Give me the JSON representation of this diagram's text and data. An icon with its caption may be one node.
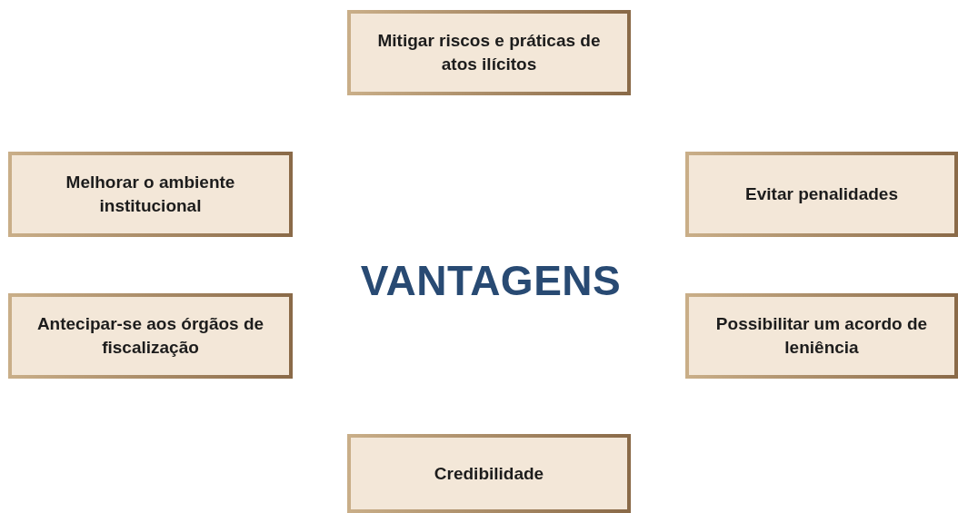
{
  "diagram": {
    "title": "VANTAGENS",
    "nodes": [
      {
        "text": [
          "Mitigar riscos e práticas de atos ilícitos"
        ]
      },
      {
        "text": [
          "Melhorar o ambiente institucional"
        ]
      },
      {
        "text": [
          "Evitar penalidades"
        ]
      },
      {
        "text": [
          "Antecipar-se aos órgãos de fiscalização"
        ]
      },
      {
        "text": [
          "Possibilitar um acordo de leniência"
        ]
      },
      {
        "text": [
          "Credibilidade"
        ]
      }
    ]
  }
}
